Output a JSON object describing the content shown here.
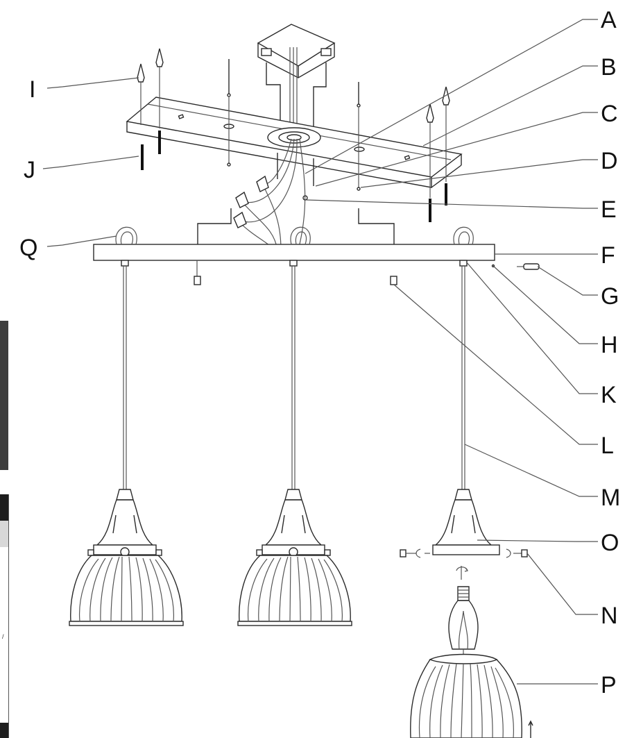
{
  "diagram": {
    "labels": {
      "A": "A",
      "B": "B",
      "C": "C",
      "D": "D",
      "E": "E",
      "F": "F",
      "G": "G",
      "H": "H",
      "I": "I",
      "J": "J",
      "K": "K",
      "L": "L",
      "M": "M",
      "N": "N",
      "O": "O",
      "P": "P",
      "Q": "Q"
    },
    "colors": {
      "line": "#555555",
      "ink": "#2a2a2a",
      "background": "#ffffff",
      "edge_strip": "#3d3d3d"
    }
  },
  "edge_ui": {
    "mark": "/"
  }
}
